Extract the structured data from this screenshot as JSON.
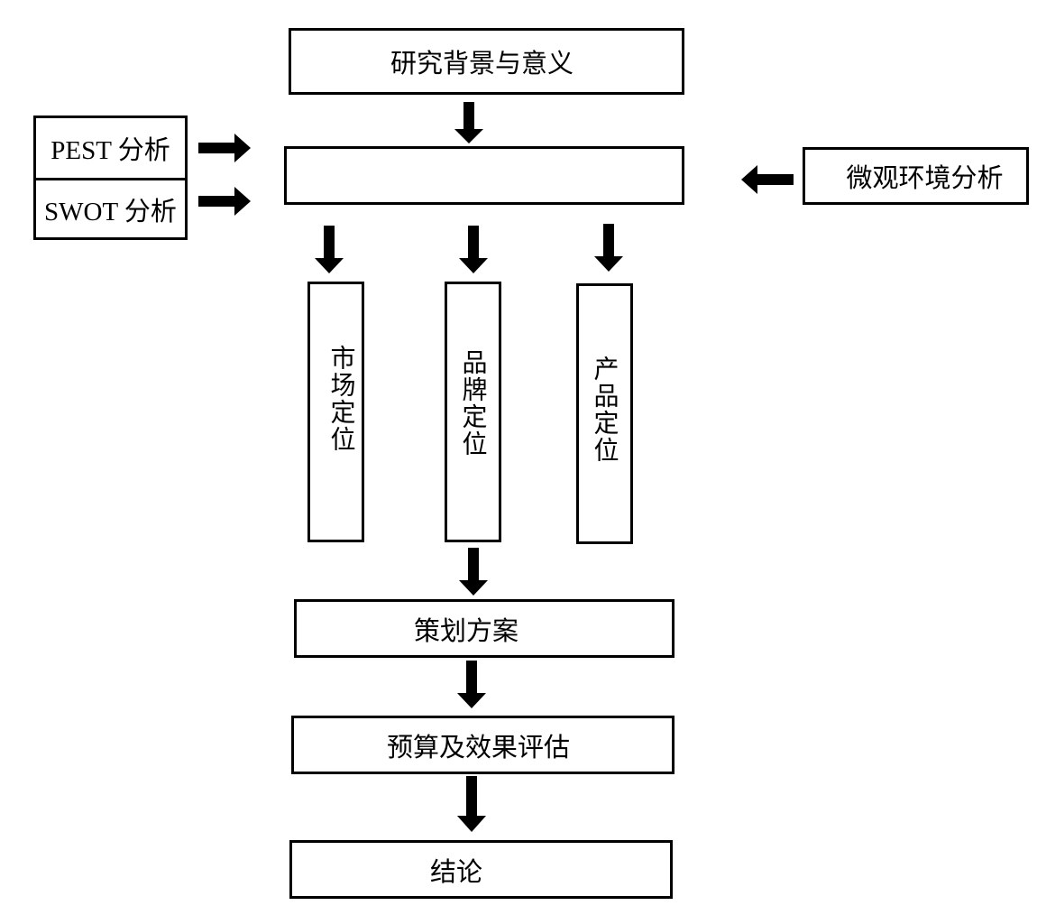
{
  "diagram": {
    "top_box": "研究背景与意义",
    "center_box": "",
    "left_boxes": [
      "PEST 分析",
      "SWOT 分析"
    ],
    "right_box": "微观环境分析",
    "positioning": [
      "市场定位",
      "品牌定位",
      "产品定位"
    ],
    "plan_box": "策划方案",
    "budget_box": "预算及效果评估",
    "conclusion_box": "结论",
    "arrow_color": "#000000",
    "border_color": "#000000"
  }
}
